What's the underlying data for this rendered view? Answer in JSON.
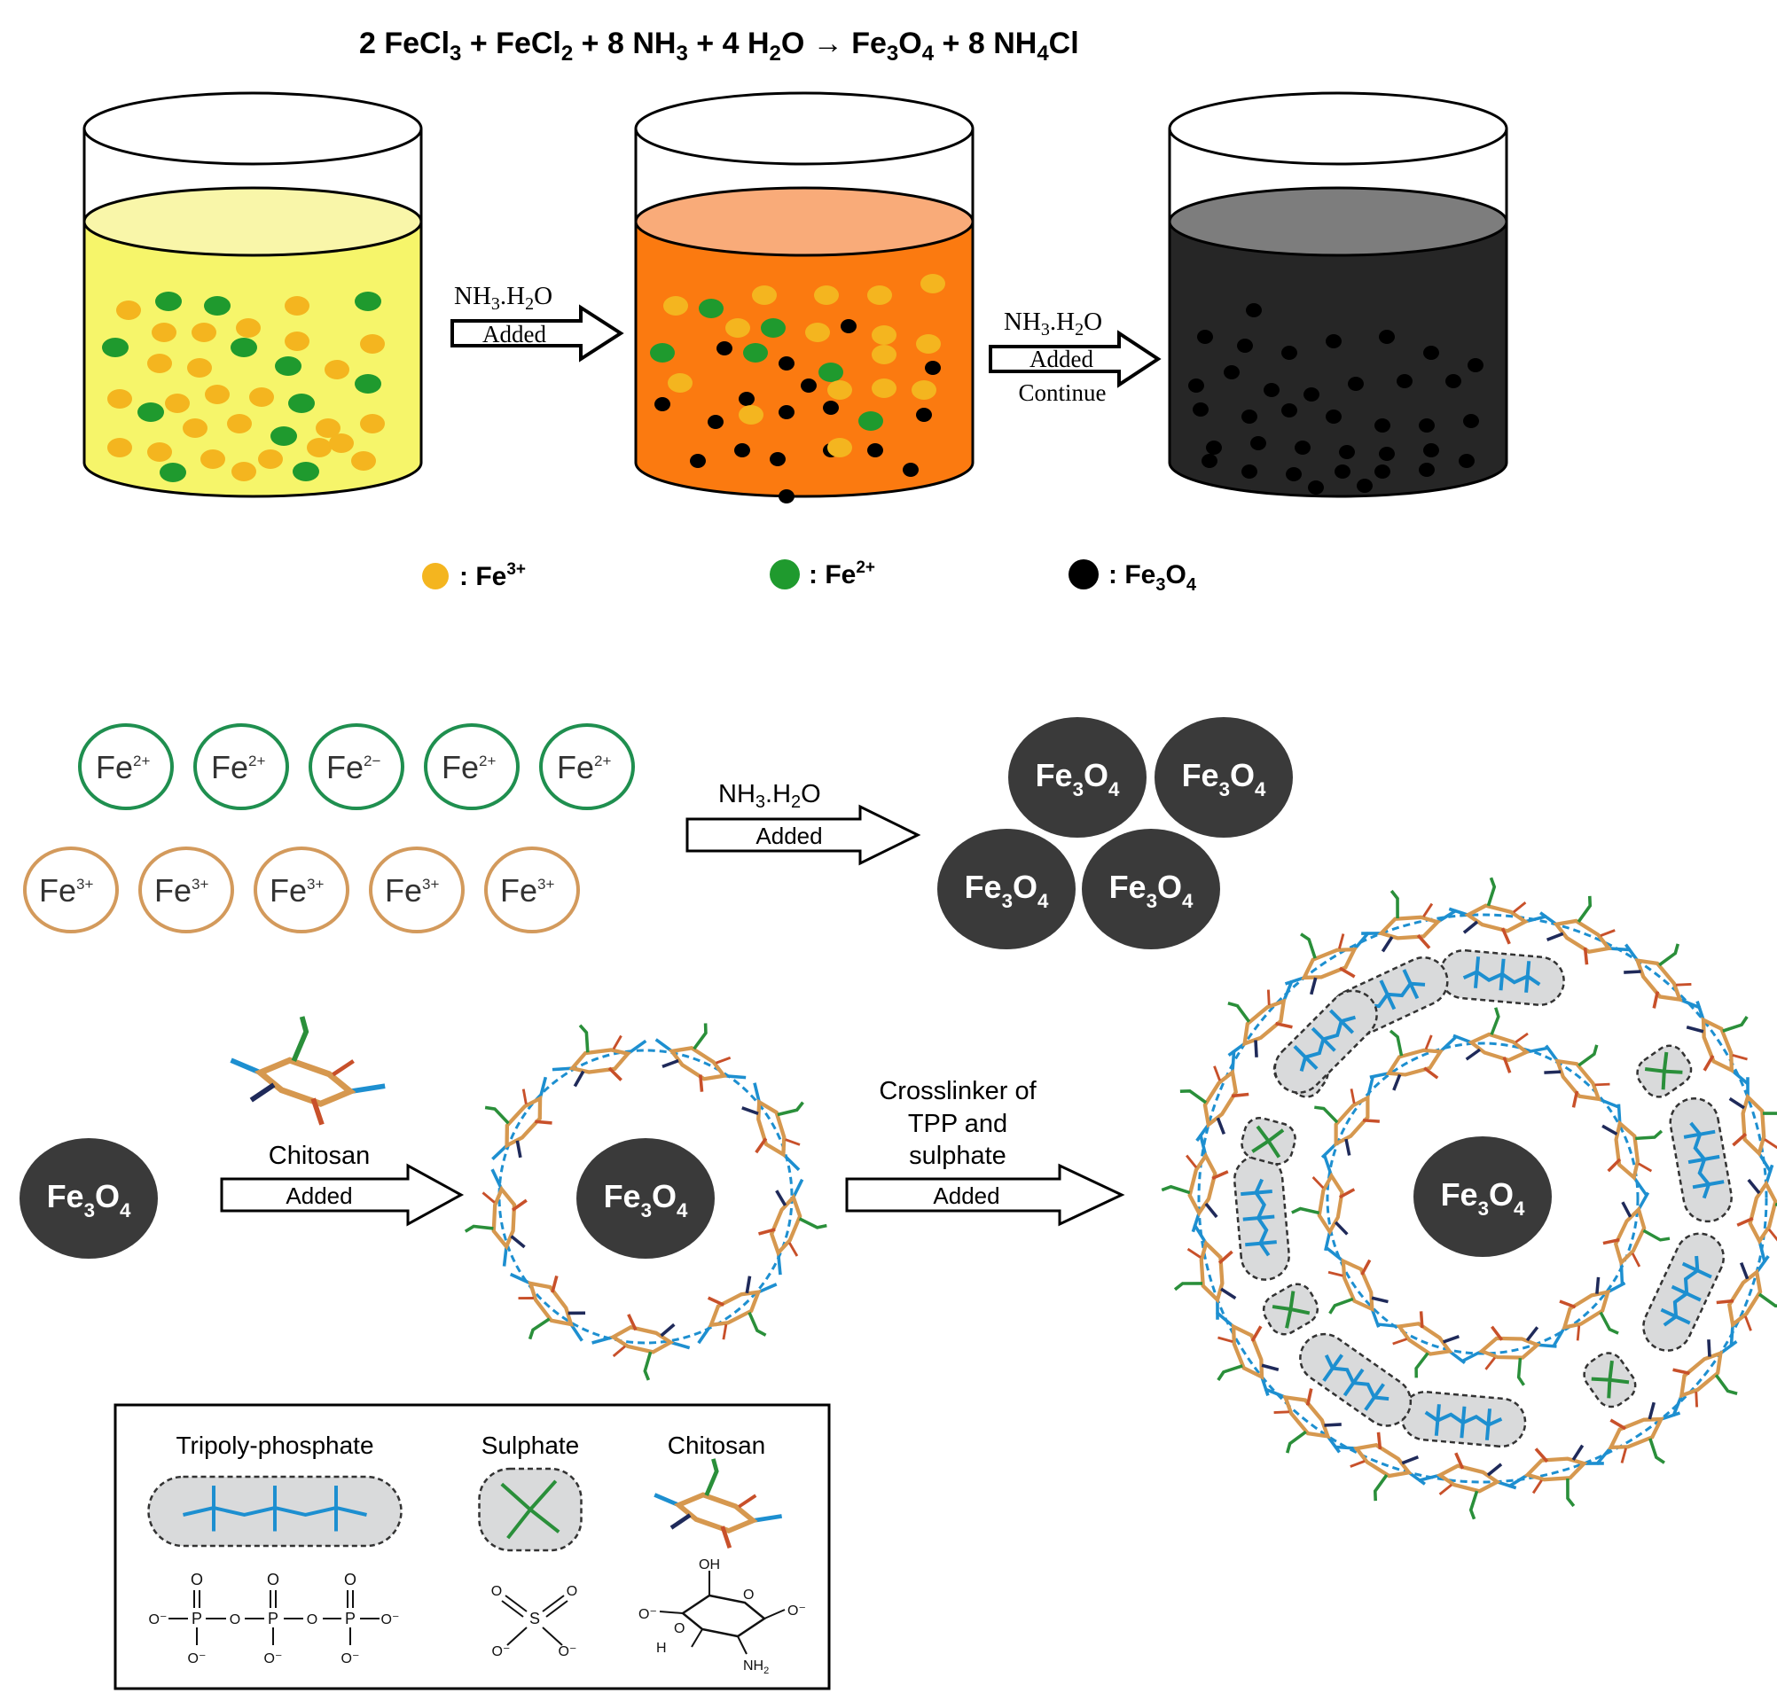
{
  "equation": {
    "lhs": [
      {
        "coef": "2 ",
        "main": "FeCl",
        "sub": "3"
      },
      {
        "coef": "FeCl",
        "main": "",
        "sub": "2"
      },
      {
        "coef": "8 ",
        "main": "NH",
        "sub": "3"
      },
      {
        "coef": "4 ",
        "main": "H",
        "sub": "2",
        "tail": "O"
      }
    ],
    "arrow": "→",
    "rhs": [
      {
        "main": "Fe",
        "sub": "3",
        "main2": "O",
        "sub2": "4"
      },
      {
        "coef": "8 ",
        "main": "NH",
        "sub": "4",
        "tail": "Cl"
      }
    ],
    "plus": "+"
  },
  "beaker_step1": {
    "line1": "NH3.H2O",
    "line1_main": "NH",
    "line1_sub1": "3",
    "line1_mid": ".H",
    "line1_sub2": "2",
    "line1_tail": "O",
    "line2": "Added"
  },
  "beaker_step2": {
    "line1_main": "NH",
    "line1_sub1": "3",
    "line1_mid": ".H",
    "line1_sub2": "2",
    "line1_tail": "O",
    "line2": "Added",
    "line3": "Continue"
  },
  "legend_top": [
    {
      "label": ": Fe",
      "sup": "3+",
      "color": "#f4b51f"
    },
    {
      "label": ": Fe",
      "sup": "2+",
      "color": "#1f9a2e"
    },
    {
      "label": ": Fe",
      "sub": "3",
      "tail": "O",
      "sub2": "4",
      "color": "#000000"
    }
  ],
  "ions": {
    "fe2": [
      {
        "base": "Fe",
        "sup": "2+"
      },
      {
        "base": "Fe",
        "sup": "2+"
      },
      {
        "base": "Fe",
        "sup": "2−"
      },
      {
        "base": "Fe",
        "sup": "2+"
      },
      {
        "base": "Fe",
        "sup": "2+"
      }
    ],
    "fe3": [
      {
        "base": "Fe",
        "sup": "3+"
      },
      {
        "base": "Fe",
        "sup": "3+"
      },
      {
        "base": "Fe",
        "sup": "3+"
      },
      {
        "base": "Fe",
        "sup": "3+"
      },
      {
        "base": "Fe",
        "sup": "3+"
      }
    ]
  },
  "particle": {
    "base": "Fe",
    "sub1": "3",
    "mid": "O",
    "sub2": "4"
  },
  "arrow_nh3": {
    "line1_main": "NH",
    "line1_sub1": "3",
    "line1_mid": ".H",
    "line1_sub2": "2",
    "line1_tail": "O",
    "line2": "Added"
  },
  "arrow_chitosan": {
    "line1": "Chitosan",
    "line2": "Added"
  },
  "arrow_crosslinker": {
    "line1": "Crosslinker of",
    "line2": "TPP and",
    "line3": "sulphate",
    "line4": "Added"
  },
  "legend_box": {
    "tpp": "Tripoly-phosphate",
    "sulphate": "Sulphate",
    "chitosan": "Chitosan",
    "tpp_formula": {
      "o": "O",
      "p": "P",
      "ominus": "O⁻"
    },
    "chitosan_oh": "OH",
    "chitosan_nh2": "NH",
    "chitosan_nh2_sub": "2",
    "chitosan_h": "H"
  },
  "colors": {
    "yellow_liquid": "#f6f56a",
    "yellow_top": "#f9f6a9",
    "orange_liquid": "#fb7a10",
    "orange_top": "#f9ab79",
    "black_liquid": "#262626",
    "black_top": "#7d7d7d",
    "fe3": "#f4b51f",
    "fe2": "#1f9a2e",
    "fe2_ring": "#1f8f4f",
    "fe3_ring": "#d39a5c",
    "particle": "#3a3a3a",
    "chitosan_ring": "#d6984f",
    "chain": "#1d8fd0",
    "green_stub": "#2a8f3a",
    "red_stub": "#c8502a",
    "navy_stub": "#1f2a5a",
    "tpp_fill": "#d9dadb"
  }
}
